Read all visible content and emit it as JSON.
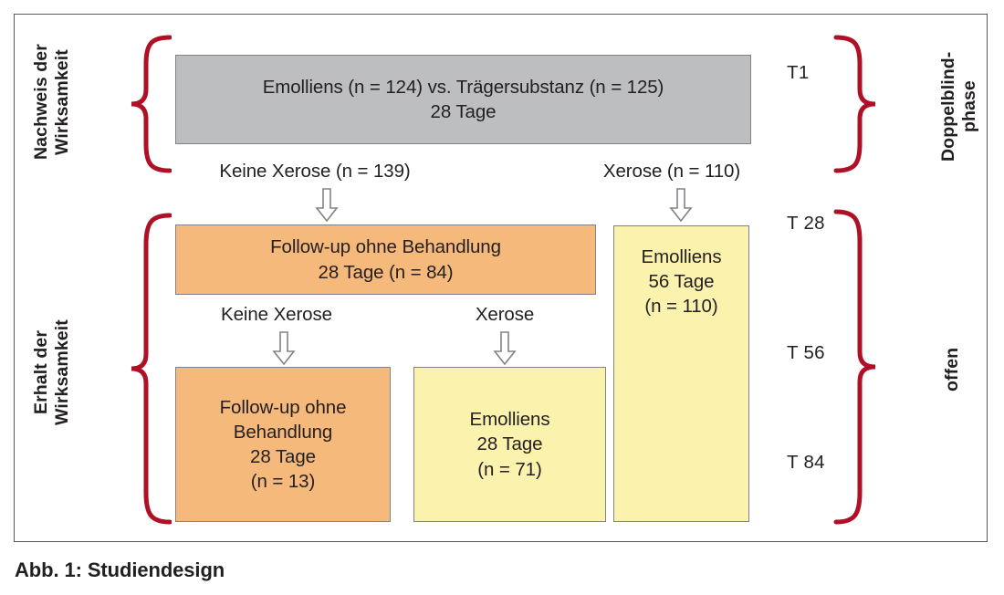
{
  "figure": {
    "caption": "Abb. 1: Studiendesign",
    "accent_color": "#b01025",
    "box_grey_color": "#bcbec0",
    "box_orange_color": "#f5b97b",
    "box_yellow_color": "#fbf2ae",
    "border_color": "#808285"
  },
  "phases": {
    "left": [
      {
        "label": "Nachweis der\nWirksamkeit"
      },
      {
        "label": "Erhalt der\nWirksamkeit"
      }
    ],
    "right": [
      {
        "label": "Doppelblind-\nphase"
      },
      {
        "label": "offen"
      }
    ]
  },
  "timepoints": [
    {
      "label": "T1"
    },
    {
      "label": "T 28"
    },
    {
      "label": "T 56"
    },
    {
      "label": "T 84"
    }
  ],
  "boxes": {
    "main": {
      "line1": "Emolliens (n = 124)  vs. Trägersubstanz (n = 125)",
      "line2": "28 Tage"
    },
    "followup_1": {
      "line1": "Follow-up ohne Behandlung",
      "line2": "28 Tage (n = 84)"
    },
    "emollient_56": {
      "line1": "Emolliens",
      "line2": "56 Tage",
      "line3": "(n = 110)"
    },
    "followup_2": {
      "line1": "Follow-up ohne",
      "line2": "Behandlung",
      "line3": "28 Tage",
      "line4": "(n = 13)"
    },
    "emollient_28": {
      "line1": "Emolliens",
      "line2": "28 Tage",
      "line3": "(n = 71)"
    }
  },
  "flow_labels": {
    "keine_xerose_139": "Keine Xerose (n = 139)",
    "xerose_110": "Xerose (n = 110)",
    "keine_xerose": "Keine Xerose",
    "xerose": "Xerose"
  }
}
